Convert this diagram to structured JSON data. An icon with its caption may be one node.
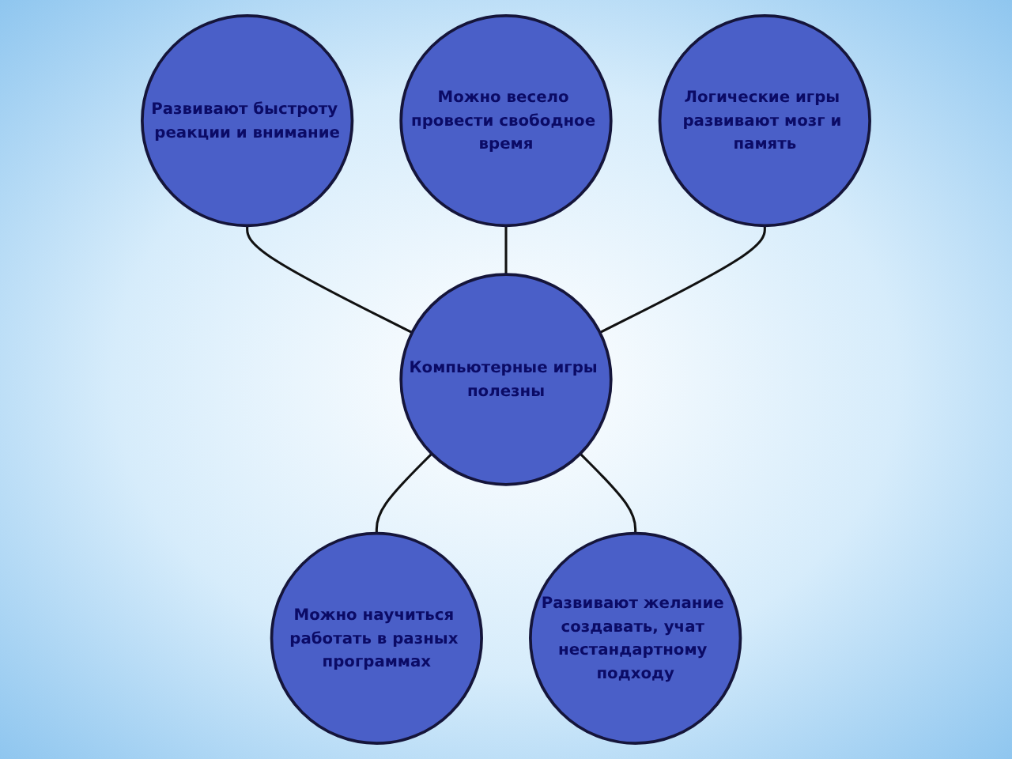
{
  "diagram": {
    "nodes": [
      {
        "text": [
          "Развивают быстроту реакции и внимание"
        ]
      },
      {
        "text": [
          "Можно весело провести свободное время"
        ]
      },
      {
        "text": [
          "Логические игры развивают мозг и память"
        ]
      },
      {
        "text": [
          "Компьютерные игры полезны"
        ]
      },
      {
        "text": [
          "Можно научиться работать в разных программах"
        ]
      },
      {
        "text": [
          "Развивают желание создавать, учат нестандартному подходу"
        ]
      }
    ],
    "edges": [
      {
        "from": 0,
        "to": 3,
        "arrow": "none"
      },
      {
        "from": 1,
        "to": 3,
        "arrow": "none"
      },
      {
        "from": 2,
        "to": 3,
        "arrow": "none"
      },
      {
        "from": 3,
        "to": 4,
        "arrow": "none"
      },
      {
        "from": 3,
        "to": 5,
        "arrow": "none"
      }
    ]
  }
}
